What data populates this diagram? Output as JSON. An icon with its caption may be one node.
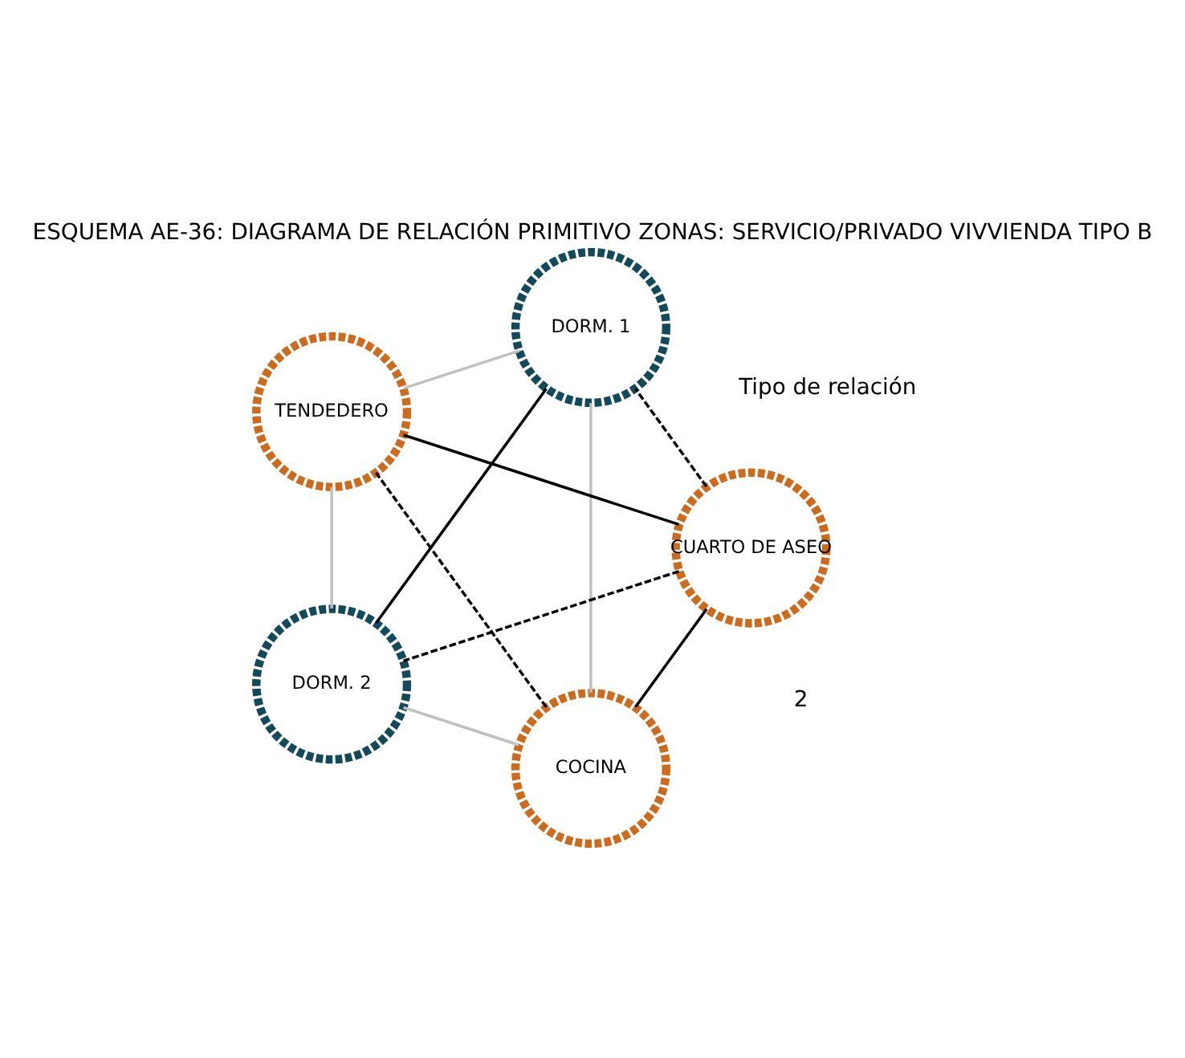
{
  "diagram": {
    "title": "ESQUEMA AE-36: DIAGRAMA DE RELACIÓN PRIMITIVO ZONAS: SERVICIO/PRIVADO VIVVIENDA TIPO B",
    "nodes": [
      {
        "text": [
          "COCINA"
        ]
      },
      {
        "text": [
          "CUARTO DE ASEO"
        ]
      },
      {
        "text": [
          "TENDEDERO"
        ]
      },
      {
        "text": [
          "DORM. 1"
        ]
      },
      {
        "text": [
          "DORM. 2"
        ]
      }
    ],
    "edges": [
      {
        "from": 0,
        "to": 1,
        "arrow": "none"
      },
      {
        "from": 0,
        "to": 2,
        "arrow": "none",
        "style": "dashed"
      },
      {
        "from": 0,
        "to": 3,
        "arrow": "none",
        "color": "#c0c0c0"
      },
      {
        "from": 0,
        "to": 4,
        "arrow": "none",
        "color": "#c0c0c0"
      },
      {
        "from": 1,
        "to": 2,
        "arrow": "none"
      },
      {
        "from": 1,
        "to": 3,
        "arrow": "none",
        "style": "dashed"
      },
      {
        "from": 1,
        "to": 4,
        "arrow": "none",
        "style": "dashed"
      },
      {
        "from": 2,
        "to": 3,
        "arrow": "none",
        "color": "#c0c0c0"
      },
      {
        "from": 2,
        "to": 4,
        "arrow": "none",
        "color": "#c0c0c0"
      },
      {
        "from": 3,
        "to": 4,
        "arrow": "none"
      }
    ],
    "labels": [
      "2",
      "Tipo de relación"
    ]
  }
}
